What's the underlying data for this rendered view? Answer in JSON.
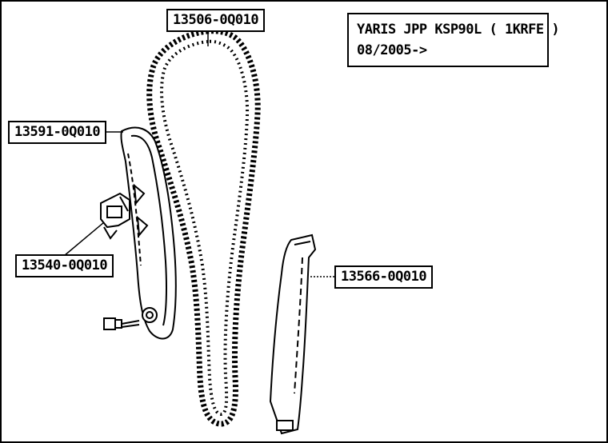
{
  "title_box": {
    "line1": "YARIS JPP KSP90L ( 1KRFE )",
    "line2": "08/2005->"
  },
  "parts": [
    {
      "part_number": "13506-0Q010"
    },
    {
      "part_number": "13591-0Q010"
    },
    {
      "part_number": "13540-0Q010"
    },
    {
      "part_number": "13566-0Q010"
    }
  ],
  "colors": {
    "ink": "#000000",
    "paper": "#ffffff"
  }
}
